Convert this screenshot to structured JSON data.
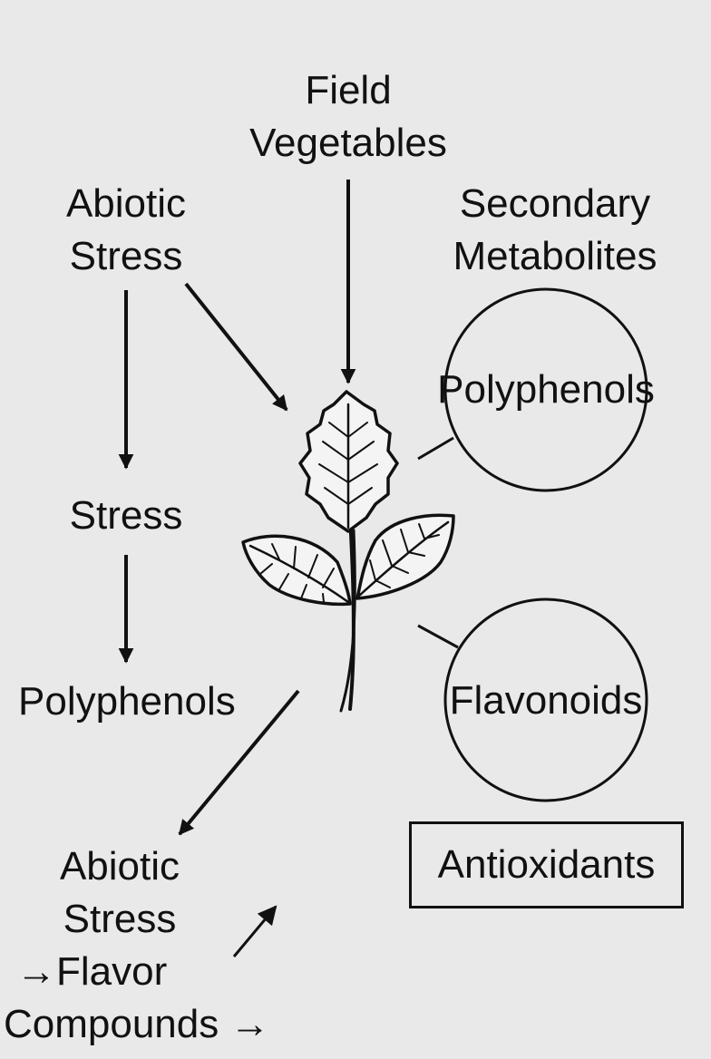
{
  "labels": {
    "field_vegetables_line1": "Field",
    "field_vegetables_line2": "Vegetables",
    "abiotic_stress_top_line1": "Abiotic",
    "abiotic_stress_top_line2": "Stress",
    "secondary_metabolites_line1": "Secondary",
    "secondary_metabolites_line2": "Metabolites",
    "stress": "Stress",
    "polyphenols_left": "Polyphenols",
    "polyphenols_circle": "Polyphenols",
    "flavonoids_circle": "Flavonoids",
    "antioxidants_box": "Antioxidants",
    "abiotic_stress_bottom_line1": "Abiotic",
    "abiotic_stress_bottom_line2": "Stress",
    "flavor_line": "→Flavor",
    "compounds_line": "Compounds →"
  },
  "icons": {
    "center": "leaf-plant-icon"
  },
  "colors": {
    "background": "#e9e9e9",
    "ink": "#111111"
  }
}
